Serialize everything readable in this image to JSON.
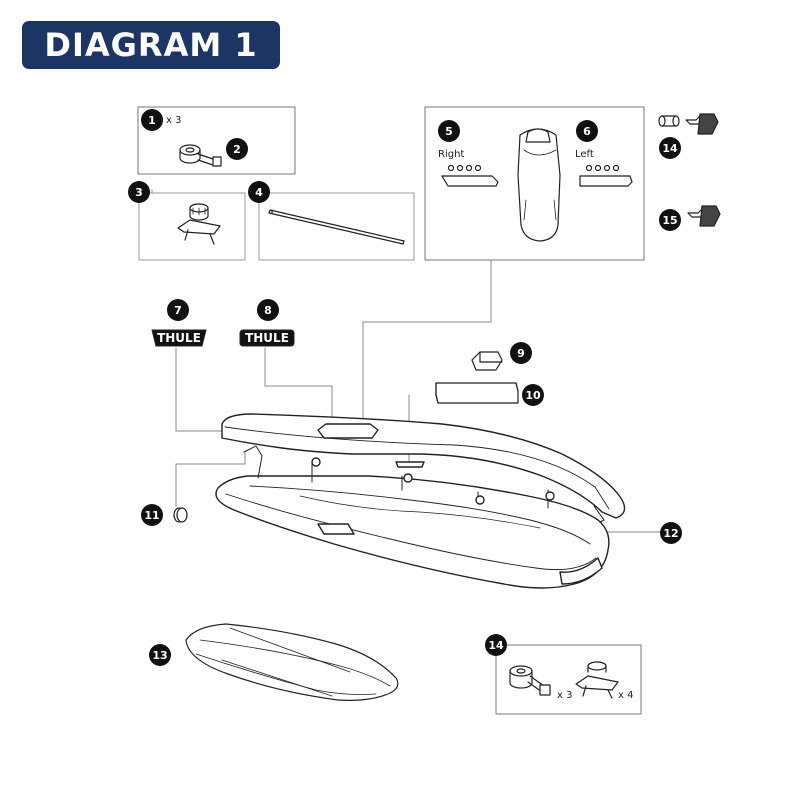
{
  "header": {
    "title": "DIAGRAM 1",
    "badge_color": "#1c3564"
  },
  "callouts": [
    {
      "id": "callout-1",
      "number": "1",
      "note": "x 3"
    },
    {
      "id": "callout-2",
      "number": "2"
    },
    {
      "id": "callout-3",
      "number": "3"
    },
    {
      "id": "callout-4",
      "number": "4"
    },
    {
      "id": "callout-5",
      "number": "5",
      "note": "Right"
    },
    {
      "id": "callout-6",
      "number": "6",
      "note": "Left"
    },
    {
      "id": "callout-7",
      "number": "7"
    },
    {
      "id": "callout-8",
      "number": "8"
    },
    {
      "id": "callout-9",
      "number": "9"
    },
    {
      "id": "callout-10",
      "number": "10"
    },
    {
      "id": "callout-11",
      "number": "11"
    },
    {
      "id": "callout-12",
      "number": "12"
    },
    {
      "id": "callout-13",
      "number": "13"
    },
    {
      "id": "callout-14-keys",
      "number": "14"
    },
    {
      "id": "callout-15",
      "number": "15"
    },
    {
      "id": "callout-14-kit",
      "number": "14"
    }
  ],
  "logos": {
    "logo_7": "THULE",
    "logo_8": "THULE"
  },
  "kit_notes": {
    "straps": "x 3",
    "knobs": "x 4"
  }
}
